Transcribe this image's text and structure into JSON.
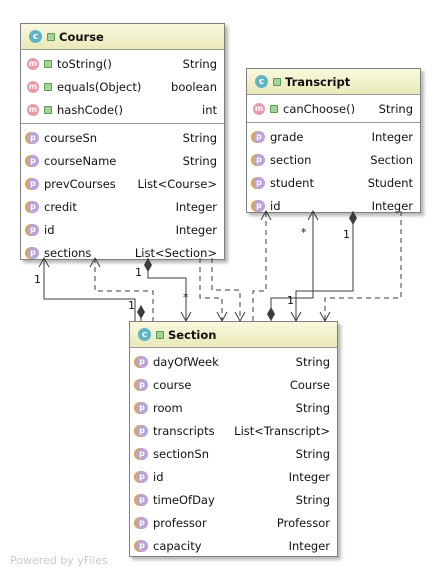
{
  "diagram": {
    "watermark": "Powered by yFiles",
    "badges": {
      "class": "c",
      "method": "m",
      "property": "p"
    },
    "classes": {
      "course": {
        "name": "Course",
        "methods": [
          {
            "name": "toString()",
            "type": "String"
          },
          {
            "name": "equals(Object)",
            "type": "boolean"
          },
          {
            "name": "hashCode()",
            "type": "int"
          }
        ],
        "fields": [
          {
            "name": "courseSn",
            "type": "String"
          },
          {
            "name": "courseName",
            "type": "String"
          },
          {
            "name": "prevCourses",
            "type": "List<Course>"
          },
          {
            "name": "credit",
            "type": "Integer"
          },
          {
            "name": "id",
            "type": "Integer"
          },
          {
            "name": "sections",
            "type": "List<Section>"
          }
        ]
      },
      "transcript": {
        "name": "Transcript",
        "methods": [
          {
            "name": "canChoose()",
            "type": "String"
          }
        ],
        "fields": [
          {
            "name": "grade",
            "type": "Integer"
          },
          {
            "name": "section",
            "type": "Section"
          },
          {
            "name": "student",
            "type": "Student"
          },
          {
            "name": "id",
            "type": "Integer"
          }
        ]
      },
      "section": {
        "name": "Section",
        "fields": [
          {
            "name": "dayOfWeek",
            "type": "String"
          },
          {
            "name": "course",
            "type": "Course"
          },
          {
            "name": "room",
            "type": "String"
          },
          {
            "name": "transcripts",
            "type": "List<Transcript>"
          },
          {
            "name": "sectionSn",
            "type": "String"
          },
          {
            "name": "id",
            "type": "Integer"
          },
          {
            "name": "timeOfDay",
            "type": "String"
          },
          {
            "name": "professor",
            "type": "Professor"
          },
          {
            "name": "capacity",
            "type": "Integer"
          }
        ]
      }
    },
    "multiplicities": {
      "course_left": "1",
      "course_center": "1",
      "section_left": "1",
      "section_center": "*",
      "transcript_star": "*",
      "transcript_one": "1",
      "section_right": "1"
    },
    "colors": {
      "header": "#eeeec6",
      "class_badge": "#5fb3c4",
      "method_badge": "#e89aa8",
      "property_badge": "#b9a3d8",
      "edge": "#3c3c3c",
      "border": "#7f7f7f"
    }
  }
}
